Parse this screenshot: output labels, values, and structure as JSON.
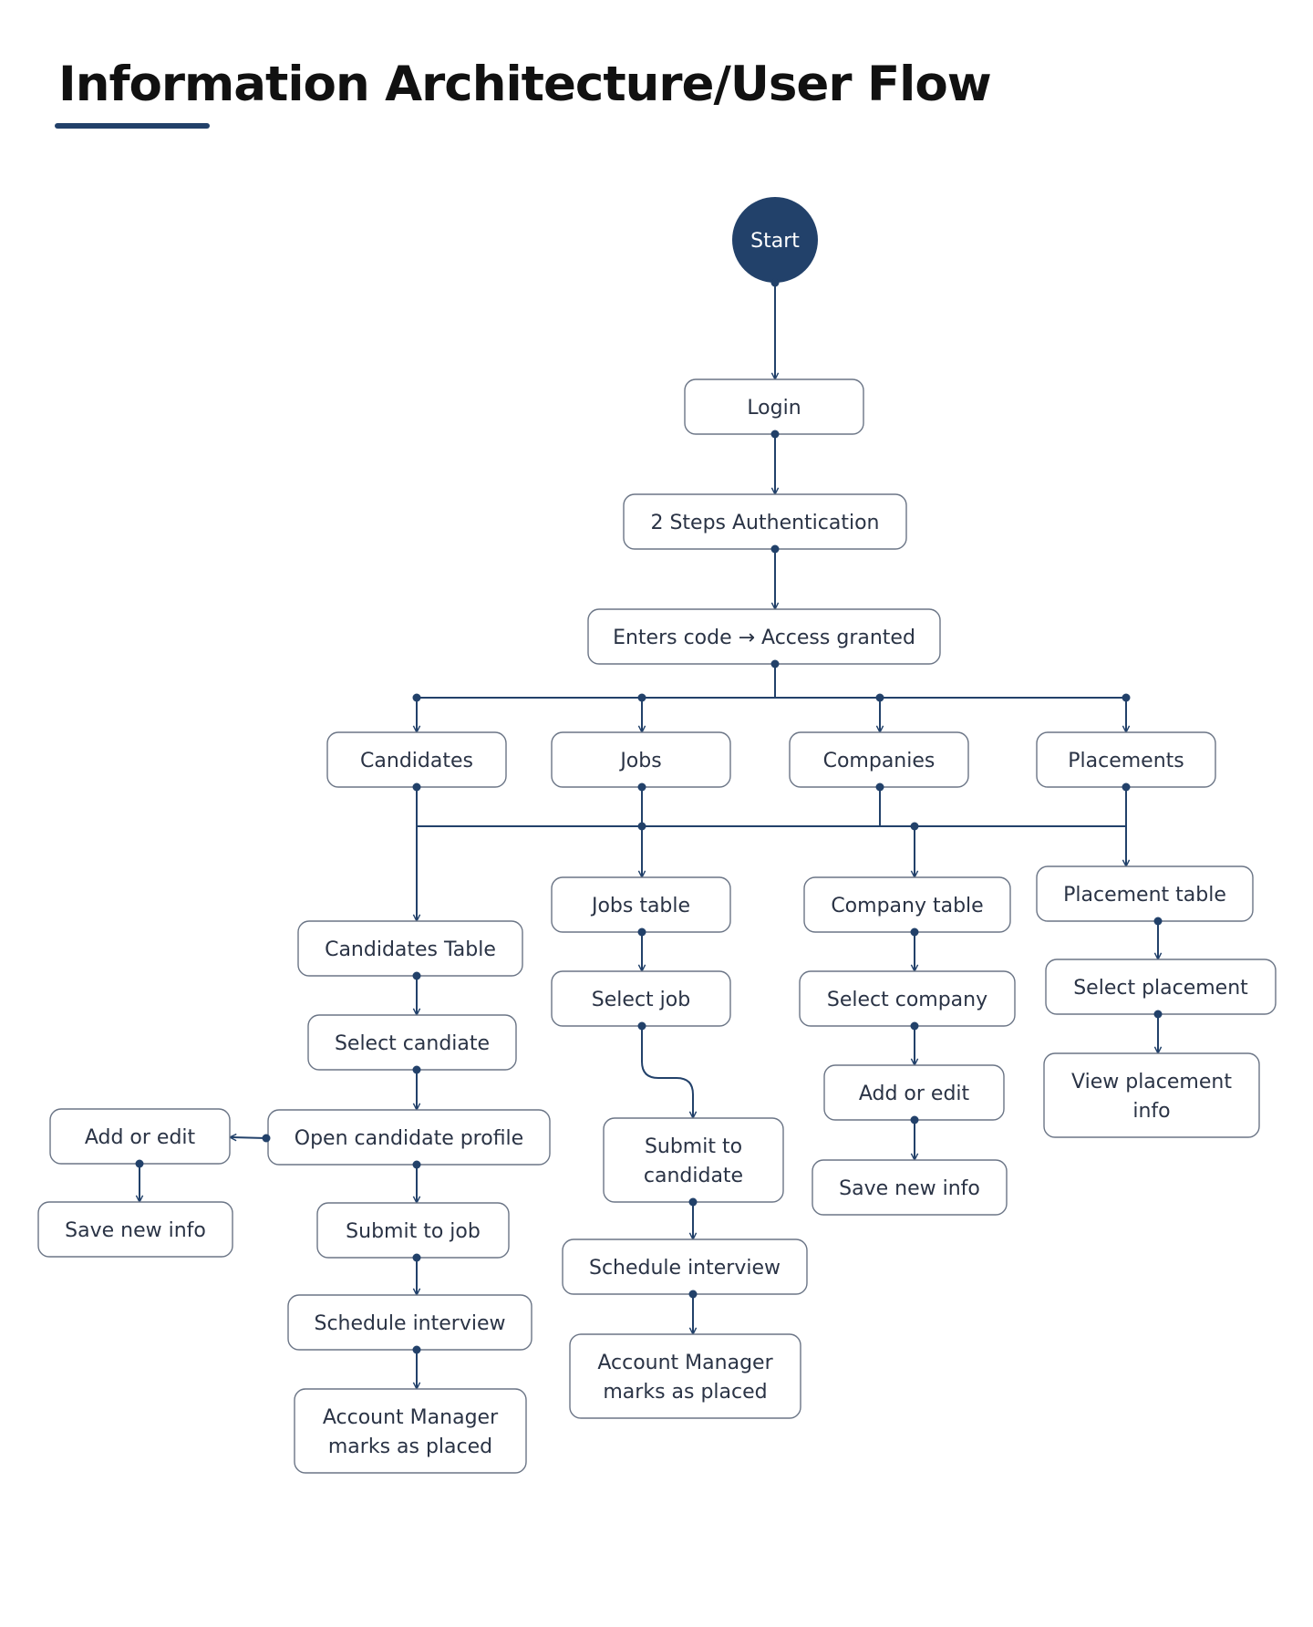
{
  "title": "Information Architecture/User Flow",
  "colors": {
    "accent": "#22416a",
    "line": "#22416a",
    "node_border": "#6b7586",
    "text": "#2a3345"
  },
  "nodes": {
    "start": "Start",
    "login": "Login",
    "two_step": "2 Steps Authentication",
    "access": "Enters code → Access granted",
    "candidates": "Candidates",
    "jobs": "Jobs",
    "companies": "Companies",
    "placements": "Placements",
    "candidates_table": "Candidates Table",
    "select_candidate": "Select candiate",
    "open_profile": "Open candidate profile",
    "cand_add_edit": "Add or edit",
    "cand_save": "Save new info",
    "cand_submit": "Submit to job",
    "cand_schedule": "Schedule interview",
    "cand_placed": [
      "Account Manager",
      "marks as placed"
    ],
    "jobs_table": "Jobs table",
    "select_job": "Select job",
    "job_submit": [
      "Submit to",
      "candidate"
    ],
    "job_schedule": "Schedule interview",
    "job_placed": [
      "Account Manager",
      "marks as placed"
    ],
    "company_table": "Company table",
    "select_company": "Select company",
    "comp_add_edit": "Add or edit",
    "comp_save": "Save new info",
    "placement_table": "Placement table",
    "select_placement": "Select placement",
    "view_placement": [
      "View placement",
      "info"
    ]
  }
}
